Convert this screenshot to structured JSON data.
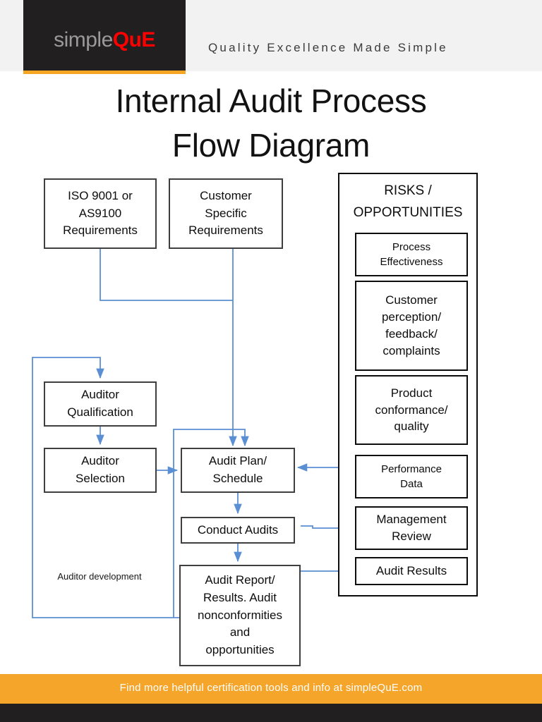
{
  "header": {
    "logo": {
      "part1": "simple",
      "part2": "QuE"
    },
    "tagline": "Quality Excellence Made Simple",
    "bg_color": "#f2f2f2",
    "logo_bg_color": "#211f1f",
    "accent_color": "#f5a623",
    "logo_red": "#ff0000",
    "logo_gray": "#9a9a9a"
  },
  "title": {
    "line1": "Internal Audit Process",
    "line2": "Flow Diagram"
  },
  "diagram": {
    "connector_color": "#5b8fd4",
    "node_border_color": "#3f3f3f",
    "nodes": {
      "iso": "ISO 9001 or AS9100 Requirements",
      "iso_lines": [
        "ISO 9001 or",
        "AS9100",
        "Requirements"
      ],
      "customer": "Customer Specific Requirements",
      "customer_lines": [
        "Customer",
        "Specific",
        "Requirements"
      ],
      "auditor_qualification": "Auditor Qualification",
      "auditor_qualification_lines": [
        "Auditor",
        "Qualification"
      ],
      "auditor_selection": "Auditor Selection",
      "auditor_selection_lines": [
        "Auditor",
        "Selection"
      ],
      "audit_plan": "Audit Plan/ Schedule",
      "audit_plan_lines": [
        "Audit Plan/",
        "Schedule"
      ],
      "conduct_audits": "Conduct Audits",
      "audit_report": "Audit Report/ Results. Audit nonconformities and opportunities",
      "audit_report_lines": [
        "Audit Report/",
        "Results. Audit",
        "nonconformities",
        "and",
        "opportunities"
      ]
    },
    "auditor_development_label": "Auditor development"
  },
  "risks_panel": {
    "heading_line1": "RISKS /",
    "heading_line2": "OPPORTUNITIES",
    "items": [
      {
        "label": "Process Effectiveness",
        "lines": [
          "Process",
          "Effectiveness"
        ]
      },
      {
        "label": "Customer perception/ feedback/ complaints",
        "lines": [
          "Customer",
          "perception/",
          "feedback/",
          "complaints"
        ]
      },
      {
        "label": "Product conformance/ quality",
        "lines": [
          "Product",
          "conformance/",
          "quality"
        ]
      },
      {
        "label": "Performance Data",
        "lines": [
          "Performance",
          "Data"
        ]
      },
      {
        "label": "Management Review",
        "lines": [
          "Management",
          "Review"
        ]
      },
      {
        "label": "Audit Results",
        "lines": [
          "Audit Results"
        ]
      }
    ]
  },
  "footer": {
    "text": "Find more helpful certification tools and info at simpleQuE.com",
    "bar_color": "#f5a52a",
    "bottom_color": "#211f1f"
  }
}
